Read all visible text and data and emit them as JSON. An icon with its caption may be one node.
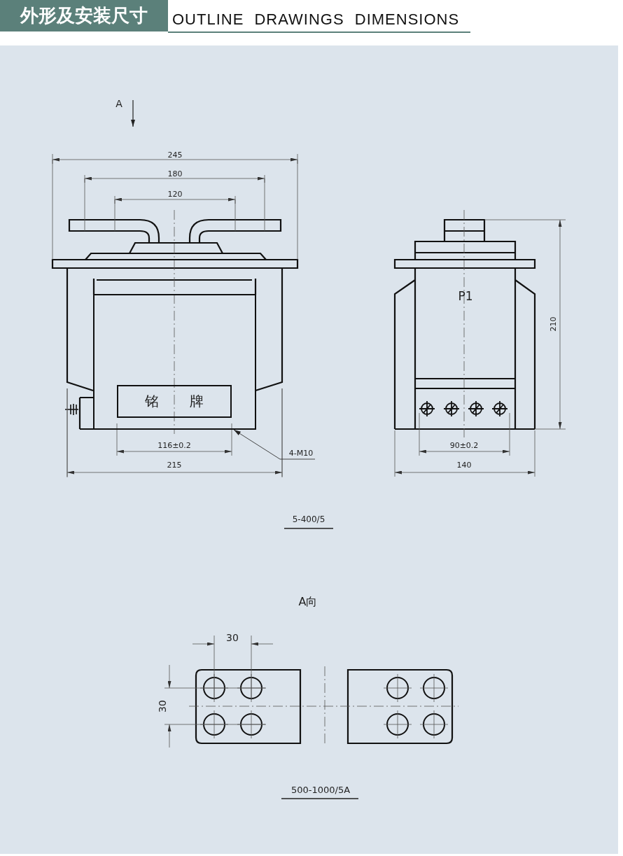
{
  "diagram": {
    "title": "外形及安装尺寸",
    "nodes": [
      {
        "text": [],
        "shape": "box"
      },
      {
        "text": [
          "铭 牌"
        ],
        "in": 0
      },
      {
        "text": [
          "4-M10"
        ]
      }
    ],
    "edges": [
      {
        "from": 2,
        "to": 0,
        "arrow": "to"
      }
    ],
    "labels": [
      "OUTLINE DRAWINGS DIMENSIONS",
      "A",
      "245",
      "180",
      "120",
      "116±0.2",
      "215",
      "P1",
      "210",
      "90±0.2",
      "140",
      "5-400/5",
      "A向",
      "30",
      "30",
      "500-1000/5A"
    ]
  }
}
